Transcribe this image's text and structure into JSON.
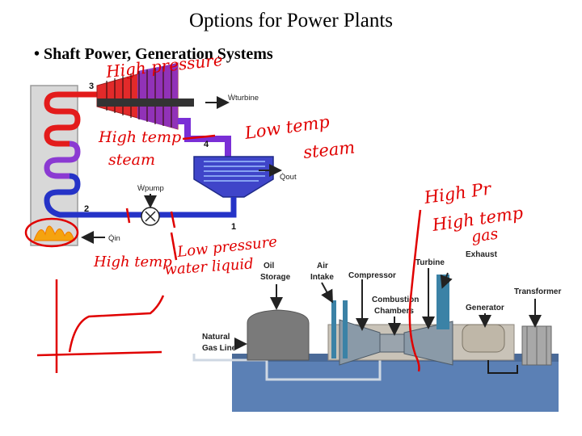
{
  "slide": {
    "title": "Options for Power Plants",
    "bullet_marker": "•",
    "bullet_text": "Shaft Power, Generation Systems"
  },
  "rankine": {
    "state_labels": [
      "3",
      "4",
      "2",
      "1"
    ],
    "w_turbine": "Ẇturbine",
    "q_out": "Q̇out",
    "w_pump": "Ẇpump",
    "q_in": "Q̇in"
  },
  "gas_turbine": {
    "oil_storage": [
      "Oil",
      "Storage"
    ],
    "natural_gas_line": [
      "Natural",
      "Gas Line"
    ],
    "air_intake": [
      "Air",
      "Intake"
    ],
    "compressor": "Compressor",
    "combustion": [
      "Combustion",
      "Chambers"
    ],
    "turbine": "Turbine",
    "exhaust": "Exhaust",
    "generator": "Generator",
    "transformer": "Transformer"
  },
  "annotations": {
    "high_pressure": "High pressure",
    "high_temp_steam": [
      "High temp",
      "steam"
    ],
    "low_temp_steam": [
      "Low temp",
      "steam"
    ],
    "high_pr_high_temp_gas": [
      "High Pr",
      "High temp",
      "gas"
    ],
    "high_temp_water": "High temp",
    "low_pressure_water_liquid": [
      "Low pressure",
      "water liquid"
    ]
  },
  "colors": {
    "high_temp_red": "#e31b1b",
    "steam_purple": "#7a2fd6",
    "water_blue": "#2533c7",
    "ink_red": "#e00000",
    "ground_blue": "#5b80b5"
  }
}
